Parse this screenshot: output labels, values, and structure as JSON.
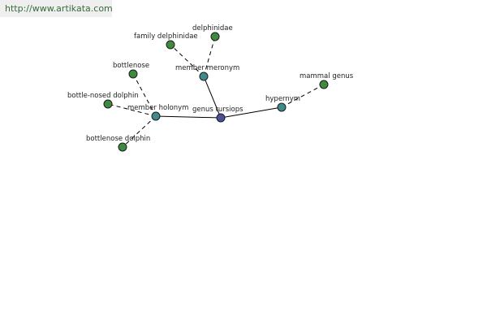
{
  "watermark": {
    "text": "http://www.artikata.com"
  },
  "colors": {
    "root": "#4a4f9a",
    "relation": "#3f8a8a",
    "leaf": "#3e8a3e"
  },
  "graph": {
    "nodes": [
      {
        "id": "genus-tursiops",
        "label": "genus tursiops",
        "kind": "root"
      },
      {
        "id": "member-holonym",
        "label": "member holonym",
        "kind": "relation"
      },
      {
        "id": "member-meronym",
        "label": "member meronym",
        "kind": "relation"
      },
      {
        "id": "hypernym",
        "label": "hypernym",
        "kind": "relation"
      },
      {
        "id": "bottlenose",
        "label": "bottlenose",
        "kind": "leaf"
      },
      {
        "id": "bottle-nosed-dolphin",
        "label": "bottle-nosed dolphin",
        "kind": "leaf"
      },
      {
        "id": "bottlenose-dolphin",
        "label": "bottlenose dolphin",
        "kind": "leaf"
      },
      {
        "id": "family-delphinidae",
        "label": "family delphinidae",
        "kind": "leaf"
      },
      {
        "id": "delphinidae",
        "label": "delphinidae",
        "kind": "leaf"
      },
      {
        "id": "mammal-genus",
        "label": "mammal genus",
        "kind": "leaf"
      }
    ],
    "edges": [
      {
        "from": "genus-tursiops",
        "to": "member-holonym",
        "style": "solid"
      },
      {
        "from": "genus-tursiops",
        "to": "member-meronym",
        "style": "solid"
      },
      {
        "from": "genus-tursiops",
        "to": "hypernym",
        "style": "solid"
      },
      {
        "from": "member-holonym",
        "to": "bottlenose",
        "style": "dashed"
      },
      {
        "from": "member-holonym",
        "to": "bottle-nosed-dolphin",
        "style": "dashed"
      },
      {
        "from": "member-holonym",
        "to": "bottlenose-dolphin",
        "style": "dashed"
      },
      {
        "from": "member-meronym",
        "to": "family-delphinidae",
        "style": "dashed"
      },
      {
        "from": "member-meronym",
        "to": "delphinidae",
        "style": "dashed"
      },
      {
        "from": "hypernym",
        "to": "mammal-genus",
        "style": "dashed"
      }
    ]
  }
}
